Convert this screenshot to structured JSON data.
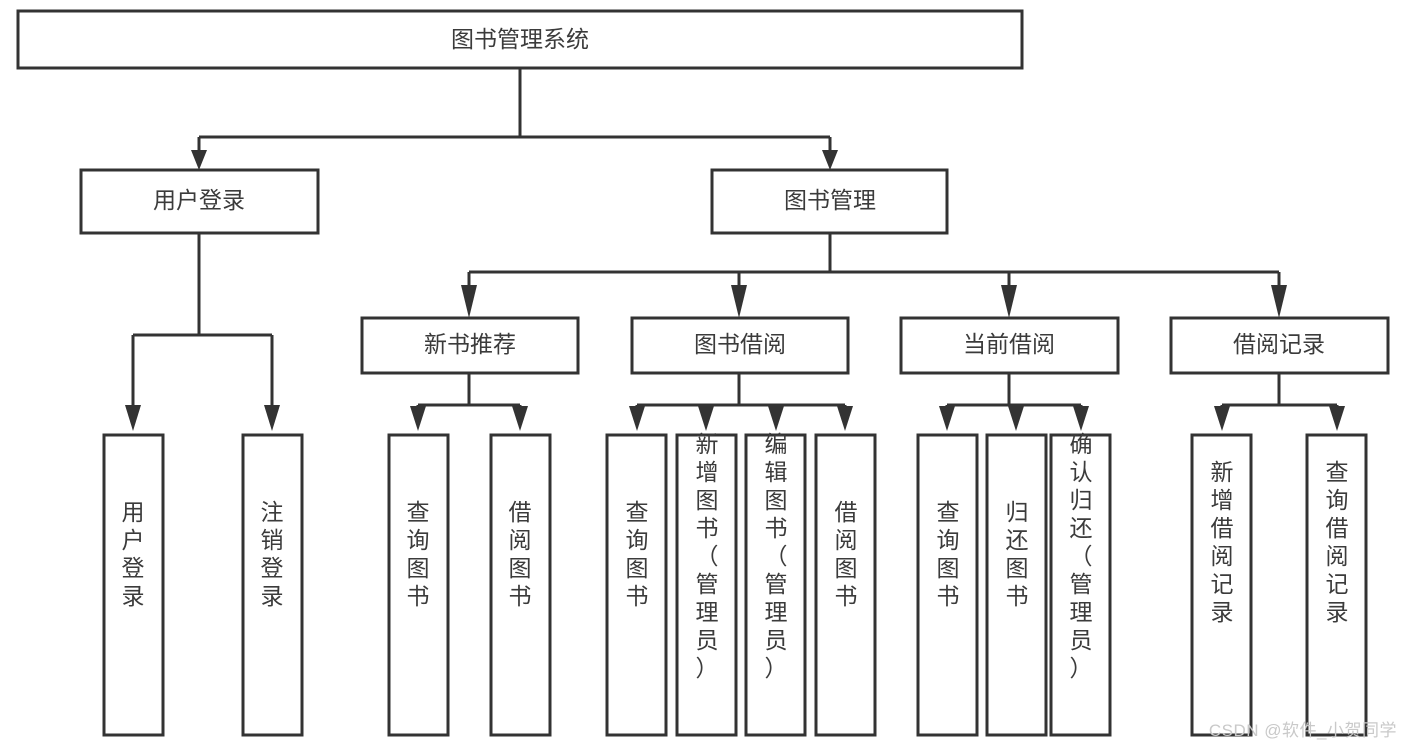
{
  "diagram": {
    "type": "tree",
    "title": "图书管理系统",
    "watermark": "CSDN @软件_小贺同学",
    "colors": {
      "stroke": "#333333",
      "fill": "#ffffff",
      "text": "#3b3b3b",
      "watermark": "#c9c9c9",
      "background": "#ffffff"
    },
    "nodes": {
      "root": {
        "label": "图书管理系统",
        "level": 0
      },
      "l1": [
        {
          "id": "user_login",
          "label": "用户登录"
        },
        {
          "id": "book_mgmt",
          "label": "图书管理"
        }
      ],
      "l2": [
        {
          "id": "new_book_rec",
          "label": "新书推荐",
          "parent": "book_mgmt"
        },
        {
          "id": "book_borrow",
          "label": "图书借阅",
          "parent": "book_mgmt"
        },
        {
          "id": "current_borrow",
          "label": "当前借阅",
          "parent": "book_mgmt"
        },
        {
          "id": "borrow_record",
          "label": "借阅记录",
          "parent": "book_mgmt"
        }
      ],
      "leaves": [
        {
          "id": "leaf_user_login",
          "label": "用户登录",
          "parent": "user_login"
        },
        {
          "id": "leaf_logout",
          "label": "注销登录",
          "parent": "user_login"
        },
        {
          "id": "leaf_query_book_1",
          "label": "查询图书",
          "parent": "new_book_rec"
        },
        {
          "id": "leaf_borrow_book_1",
          "label": "借阅图书",
          "parent": "new_book_rec"
        },
        {
          "id": "leaf_query_book_2",
          "label": "查询图书",
          "parent": "book_borrow"
        },
        {
          "id": "leaf_add_book",
          "label": "新增图书（管理员）",
          "parent": "book_borrow"
        },
        {
          "id": "leaf_edit_book",
          "label": "编辑图书（管理员）",
          "parent": "book_borrow"
        },
        {
          "id": "leaf_borrow_book_2",
          "label": "借阅图书",
          "parent": "book_borrow"
        },
        {
          "id": "leaf_query_book_3",
          "label": "查询图书",
          "parent": "current_borrow"
        },
        {
          "id": "leaf_return_book",
          "label": "归还图书",
          "parent": "current_borrow"
        },
        {
          "id": "leaf_confirm_return",
          "label": "确认归还（管理员）",
          "parent": "current_borrow"
        },
        {
          "id": "leaf_add_record",
          "label": "新增借阅记录",
          "parent": "borrow_record"
        },
        {
          "id": "leaf_query_record",
          "label": "查询借阅记录",
          "parent": "borrow_record"
        }
      ]
    }
  }
}
